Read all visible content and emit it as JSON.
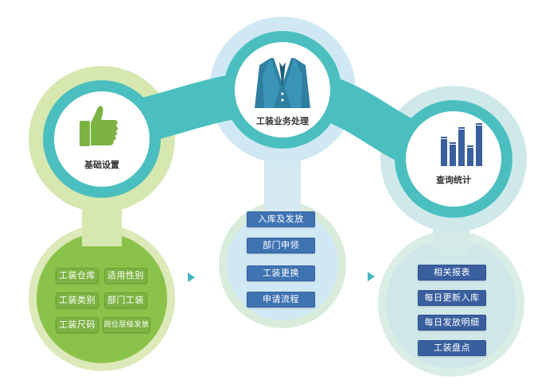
{
  "colors": {
    "teal": "#4bbfc0",
    "green_light": "#d6e7b0",
    "blue_light": "#cfe8f4",
    "icon_green": "#7cb342",
    "icon_navy": "#3a5f9e",
    "button_green": "#7cb342",
    "button_blue": "#3f73b2"
  },
  "hubs": {
    "basic": {
      "title": "基础设置",
      "icon": "thumbs-up-icon"
    },
    "business": {
      "title": "工装业务处理",
      "icon": "suit-jacket-icon"
    },
    "query": {
      "title": "查询统计",
      "icon": "bar-chart-icon"
    }
  },
  "basic_settings": {
    "items": [
      "工装仓库",
      "适用性别",
      "工装类别",
      "部门工装",
      "工装尺码",
      "岗位层级发放"
    ]
  },
  "business_flow": {
    "items": [
      "入库及发放",
      "部门申领",
      "工装更换",
      "申请流程"
    ]
  },
  "query_stats": {
    "items": [
      "相关报表",
      "每日更新入库",
      "每日发放明细",
      "工装盘点"
    ]
  }
}
